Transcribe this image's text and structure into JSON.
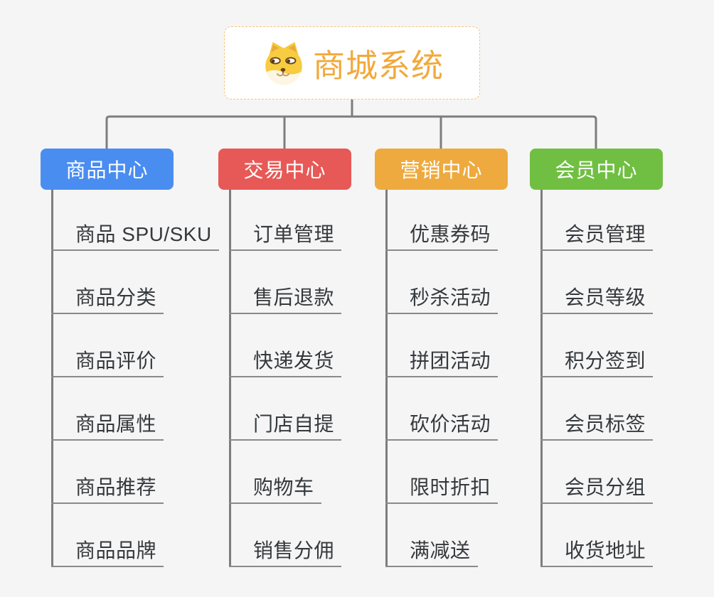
{
  "canvas": {
    "background": "#f5f5f6",
    "connector_color": "#7d7d7d",
    "leaf_line_color": "#8a8a8a",
    "leaf_text_color": "#36393c"
  },
  "root": {
    "label": "商城系统",
    "icon": "doge-icon",
    "background": "#ffffff",
    "border_color": "#f3c477",
    "text_color": "#f2a93b"
  },
  "branches": [
    {
      "label": "商品中心",
      "color": "#4a8df0",
      "children": [
        "商品 SPU/SKU",
        "商品分类",
        "商品评价",
        "商品属性",
        "商品推荐",
        "商品品牌"
      ]
    },
    {
      "label": "交易中心",
      "color": "#e75956",
      "children": [
        "订单管理",
        "售后退款",
        "快递发货",
        "门店自提",
        "购物车",
        "销售分佣"
      ]
    },
    {
      "label": "营销中心",
      "color": "#eeaa3e",
      "children": [
        "优惠券码",
        "秒杀活动",
        "拼团活动",
        "砍价活动",
        "限时折扣",
        "满减送"
      ]
    },
    {
      "label": "会员中心",
      "color": "#70bf42",
      "children": [
        "会员管理",
        "会员等级",
        "积分签到",
        "会员标签",
        "会员分组",
        "收货地址"
      ]
    }
  ]
}
